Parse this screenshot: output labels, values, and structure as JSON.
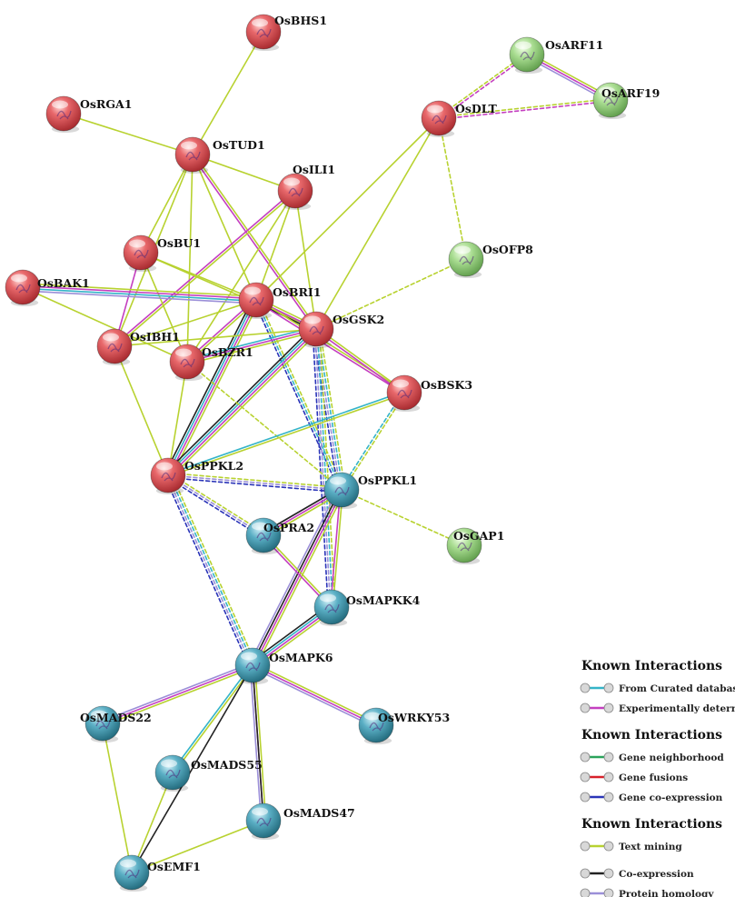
{
  "colors": {
    "red_cluster": "#d9545a",
    "green_cluster": "#9fd68a",
    "blue_cluster": "#4a9bb0",
    "text_mining": "#b8d230",
    "experimental": "#c43fc0",
    "curated": "#34b4c8",
    "coexpression": "#222222",
    "homology": "#9b8fd8",
    "neighborhood": "#2aa35a",
    "fusion": "#d8202a",
    "cooccurrence": "#2a34b8"
  },
  "nodes": [
    {
      "id": "OsBHS1",
      "label": "OsBHS1",
      "cluster": "red"
    },
    {
      "id": "OsRGA1",
      "label": "OsRGA1",
      "cluster": "red"
    },
    {
      "id": "OsTUD1",
      "label": "OsTUD1",
      "cluster": "red"
    },
    {
      "id": "OsILI1",
      "label": "OsILI1",
      "cluster": "red"
    },
    {
      "id": "OsDLT",
      "label": "OsDLT",
      "cluster": "red"
    },
    {
      "id": "OsARF11",
      "label": "OsARF11",
      "cluster": "green"
    },
    {
      "id": "OsARF19",
      "label": "OsARF19",
      "cluster": "green"
    },
    {
      "id": "OsOFP8",
      "label": "OsOFP8",
      "cluster": "green"
    },
    {
      "id": "OsBU1",
      "label": "OsBU1",
      "cluster": "red"
    },
    {
      "id": "OsBAK1",
      "label": "OsBAK1",
      "cluster": "red"
    },
    {
      "id": "OsBRI1",
      "label": "OsBRI1",
      "cluster": "red"
    },
    {
      "id": "OsGSK2",
      "label": "OsGSK2",
      "cluster": "red"
    },
    {
      "id": "OsIBH1",
      "label": "OsIBH1",
      "cluster": "red"
    },
    {
      "id": "OsBZR1",
      "label": "OsBZR1",
      "cluster": "red"
    },
    {
      "id": "OsBSK3",
      "label": "OsBSK3",
      "cluster": "red"
    },
    {
      "id": "OsPPKL2",
      "label": "OsPPKL2",
      "cluster": "red"
    },
    {
      "id": "OsPPKL1",
      "label": "OsPPKL1",
      "cluster": "blue"
    },
    {
      "id": "OsPRA2",
      "label": "OsPRA2",
      "cluster": "blue"
    },
    {
      "id": "OsGAP1",
      "label": "OsGAP1",
      "cluster": "green"
    },
    {
      "id": "OsMAPKK4",
      "label": "OsMAPKK4",
      "cluster": "blue"
    },
    {
      "id": "OsMAPK6",
      "label": "OsMAPK6",
      "cluster": "blue"
    },
    {
      "id": "OsMADS22",
      "label": "OsMADS22",
      "cluster": "blue"
    },
    {
      "id": "OsWRKY53",
      "label": "OsWRKY53",
      "cluster": "blue"
    },
    {
      "id": "OsMADS55",
      "label": "OsMADS55",
      "cluster": "blue"
    },
    {
      "id": "OsMADS47",
      "label": "OsMADS47",
      "cluster": "blue"
    },
    {
      "id": "OsEMF1",
      "label": "OsEMF1",
      "cluster": "blue"
    }
  ],
  "edges": [
    {
      "source": "OsBHS1",
      "target": "OsTUD1",
      "types": [
        "text_mining"
      ]
    },
    {
      "source": "OsRGA1",
      "target": "OsTUD1",
      "types": [
        "text_mining"
      ]
    },
    {
      "source": "OsTUD1",
      "target": "OsILI1",
      "types": [
        "text_mining"
      ]
    },
    {
      "source": "OsTUD1",
      "target": "OsBU1",
      "types": [
        "text_mining"
      ]
    },
    {
      "source": "OsTUD1",
      "target": "OsBRI1",
      "types": [
        "text_mining"
      ]
    },
    {
      "source": "OsTUD1",
      "target": "OsGSK2",
      "types": [
        "text_mining",
        "experimental"
      ]
    },
    {
      "source": "OsTUD1",
      "target": "OsIBH1",
      "types": [
        "text_mining"
      ]
    },
    {
      "source": "OsTUD1",
      "target": "OsBZR1",
      "types": [
        "text_mining"
      ]
    },
    {
      "source": "OsILI1",
      "target": "OsIBH1",
      "types": [
        "text_mining",
        "experimental"
      ]
    },
    {
      "source": "OsILI1",
      "target": "OsBRI1",
      "types": [
        "text_mining"
      ]
    },
    {
      "source": "OsILI1",
      "target": "OsGSK2",
      "types": [
        "text_mining"
      ]
    },
    {
      "source": "OsILI1",
      "target": "OsBZR1",
      "types": [
        "text_mining"
      ]
    },
    {
      "source": "OsDLT",
      "target": "OsGSK2",
      "types": [
        "text_mining"
      ]
    },
    {
      "source": "OsDLT",
      "target": "OsBRI1",
      "types": [
        "text_mining"
      ]
    },
    {
      "source": "OsDLT",
      "target": "OsOFP8",
      "types": [
        "text_mining"
      ],
      "dashed": true
    },
    {
      "source": "OsDLT",
      "target": "OsARF11",
      "types": [
        "text_mining",
        "experimental"
      ],
      "dashed": true
    },
    {
      "source": "OsDLT",
      "target": "OsARF19",
      "types": [
        "text_mining",
        "experimental"
      ],
      "dashed": true
    },
    {
      "source": "OsARF11",
      "target": "OsARF19",
      "types": [
        "text_mining",
        "experimental",
        "homology"
      ]
    },
    {
      "source": "OsOFP8",
      "target": "OsGSK2",
      "types": [
        "text_mining"
      ],
      "dashed": true
    },
    {
      "source": "OsBU1",
      "target": "OsIBH1",
      "types": [
        "experimental"
      ]
    },
    {
      "source": "OsBU1",
      "target": "OsBZR1",
      "types": [
        "text_mining"
      ]
    },
    {
      "source": "OsBU1",
      "target": "OsBRI1",
      "types": [
        "text_mining"
      ]
    },
    {
      "source": "OsBU1",
      "target": "OsGSK2",
      "types": [
        "text_mining"
      ]
    },
    {
      "source": "OsBAK1",
      "target": "OsBRI1",
      "types": [
        "text_mining",
        "experimental",
        "curated",
        "homology"
      ]
    },
    {
      "source": "OsBAK1",
      "target": "OsBZR1",
      "types": [
        "text_mining"
      ]
    },
    {
      "source": "OsBRI1",
      "target": "OsGSK2",
      "types": [
        "text_mining",
        "experimental",
        "coexpression"
      ]
    },
    {
      "source": "OsBRI1",
      "target": "OsIBH1",
      "types": [
        "text_mining"
      ]
    },
    {
      "source": "OsBRI1",
      "target": "OsBZR1",
      "types": [
        "text_mining",
        "experimental"
      ]
    },
    {
      "source": "OsBRI1",
      "target": "OsPPKL2",
      "types": [
        "text_mining",
        "experimental",
        "curated",
        "coexpression"
      ]
    },
    {
      "source": "OsBRI1",
      "target": "OsPPKL1",
      "types": [
        "text_mining",
        "curated",
        "cooccurrence"
      ],
      "dashed": true
    },
    {
      "source": "OsBRI1",
      "target": "OsBSK3",
      "types": [
        "text_mining",
        "experimental"
      ]
    },
    {
      "source": "OsGSK2",
      "target": "OsBZR1",
      "types": [
        "text_mining",
        "experimental",
        "curated"
      ]
    },
    {
      "source": "OsGSK2",
      "target": "OsIBH1",
      "types": [
        "text_mining"
      ]
    },
    {
      "source": "OsGSK2",
      "target": "OsPPKL2",
      "types": [
        "text_mining",
        "experimental",
        "curated",
        "coexpression"
      ]
    },
    {
      "source": "OsGSK2",
      "target": "OsPPKL1",
      "types": [
        "text_mining",
        "curated",
        "homology",
        "cooccurrence"
      ],
      "dashed": true
    },
    {
      "source": "OsGSK2",
      "target": "OsMAPKK4",
      "types": [
        "text_mining",
        "curated",
        "homology",
        "cooccurrence"
      ],
      "dashed": true
    },
    {
      "source": "OsGSK2",
      "target": "OsBSK3",
      "types": [
        "text_mining",
        "experimental"
      ]
    },
    {
      "source": "OsBZR1",
      "target": "OsPPKL2",
      "types": [
        "text_mining"
      ]
    },
    {
      "source": "OsBZR1",
      "target": "OsPPKL1",
      "types": [
        "text_mining"
      ],
      "dashed": true
    },
    {
      "source": "OsIBH1",
      "target": "OsPPKL2",
      "types": [
        "text_mining"
      ]
    },
    {
      "source": "OsBSK3",
      "target": "OsPPKL2",
      "types": [
        "text_mining",
        "curated"
      ]
    },
    {
      "source": "OsBSK3",
      "target": "OsPPKL1",
      "types": [
        "text_mining",
        "curated"
      ],
      "dashed": true
    },
    {
      "source": "OsPPKL2",
      "target": "OsPRA2",
      "types": [
        "text_mining",
        "homology",
        "cooccurrence"
      ],
      "dashed": true
    },
    {
      "source": "OsPPKL2",
      "target": "OsPPKL1",
      "types": [
        "text_mining",
        "homology",
        "cooccurrence"
      ],
      "dashed": true
    },
    {
      "source": "OsPPKL2",
      "target": "OsMAPK6",
      "types": [
        "text_mining",
        "curated",
        "homology",
        "cooccurrence"
      ],
      "dashed": true
    },
    {
      "source": "OsPPKL1",
      "target": "OsPRA2",
      "types": [
        "text_mining",
        "experimental",
        "coexpression"
      ]
    },
    {
      "source": "OsPPKL1",
      "target": "OsGAP1",
      "types": [
        "text_mining"
      ],
      "dashed": true
    },
    {
      "source": "OsPPKL1",
      "target": "OsMAPKK4",
      "types": [
        "text_mining",
        "experimental"
      ]
    },
    {
      "source": "OsPPKL1",
      "target": "OsMAPK6",
      "types": [
        "text_mining",
        "experimental",
        "coexpression",
        "homology"
      ]
    },
    {
      "source": "OsPRA2",
      "target": "OsMAPKK4",
      "types": [
        "text_mining",
        "experimental"
      ]
    },
    {
      "source": "OsMAPKK4",
      "target": "OsMAPK6",
      "types": [
        "text_mining",
        "experimental",
        "curated",
        "coexpression"
      ]
    },
    {
      "source": "OsMAPK6",
      "target": "OsMADS22",
      "types": [
        "text_mining",
        "experimental",
        "homology"
      ]
    },
    {
      "source": "OsMAPK6",
      "target": "OsWRKY53",
      "types": [
        "text_mining",
        "experimental",
        "homology"
      ]
    },
    {
      "source": "OsMAPK6",
      "target": "OsMADS55",
      "types": [
        "text_mining",
        "curated"
      ]
    },
    {
      "source": "OsMAPK6",
      "target": "OsMADS47",
      "types": [
        "text_mining",
        "experimental",
        "homology"
      ]
    },
    {
      "source": "OsMAPK6",
      "target": "OsEMF1",
      "types": [
        "coexpression"
      ]
    },
    {
      "source": "OsMADS22",
      "target": "OsEMF1",
      "types": [
        "text_mining"
      ]
    },
    {
      "source": "OsMADS55",
      "target": "OsEMF1",
      "types": [
        "text_mining"
      ]
    },
    {
      "source": "OsMADS47",
      "target": "OsEMF1",
      "types": [
        "text_mining"
      ]
    },
    {
      "source": "OsMADS47",
      "target": "OsMAPK6",
      "types": [
        "coexpression"
      ]
    }
  ],
  "legend": {
    "sections": [
      {
        "heading": "Known Interactions",
        "items": [
          {
            "label": "From Curated database",
            "color": "#34b4c8"
          },
          {
            "label": "Experimentally determined",
            "color": "#c43fc0"
          }
        ]
      },
      {
        "heading": "Known Interactions",
        "items": [
          {
            "label": "Gene neighborhood",
            "color": "#2aa35a"
          },
          {
            "label": "Gene fusions",
            "color": "#d8202a"
          },
          {
            "label": "Gene co-expression",
            "color": "#2a34b8"
          }
        ]
      },
      {
        "heading": "Known Interactions",
        "items": [
          {
            "label": "Text mining",
            "color": "#b8d230"
          },
          {
            "label": "Co-expression",
            "color": "#222222"
          },
          {
            "label": "Protein homology",
            "color": "#9b8fd8"
          }
        ]
      }
    ]
  }
}
